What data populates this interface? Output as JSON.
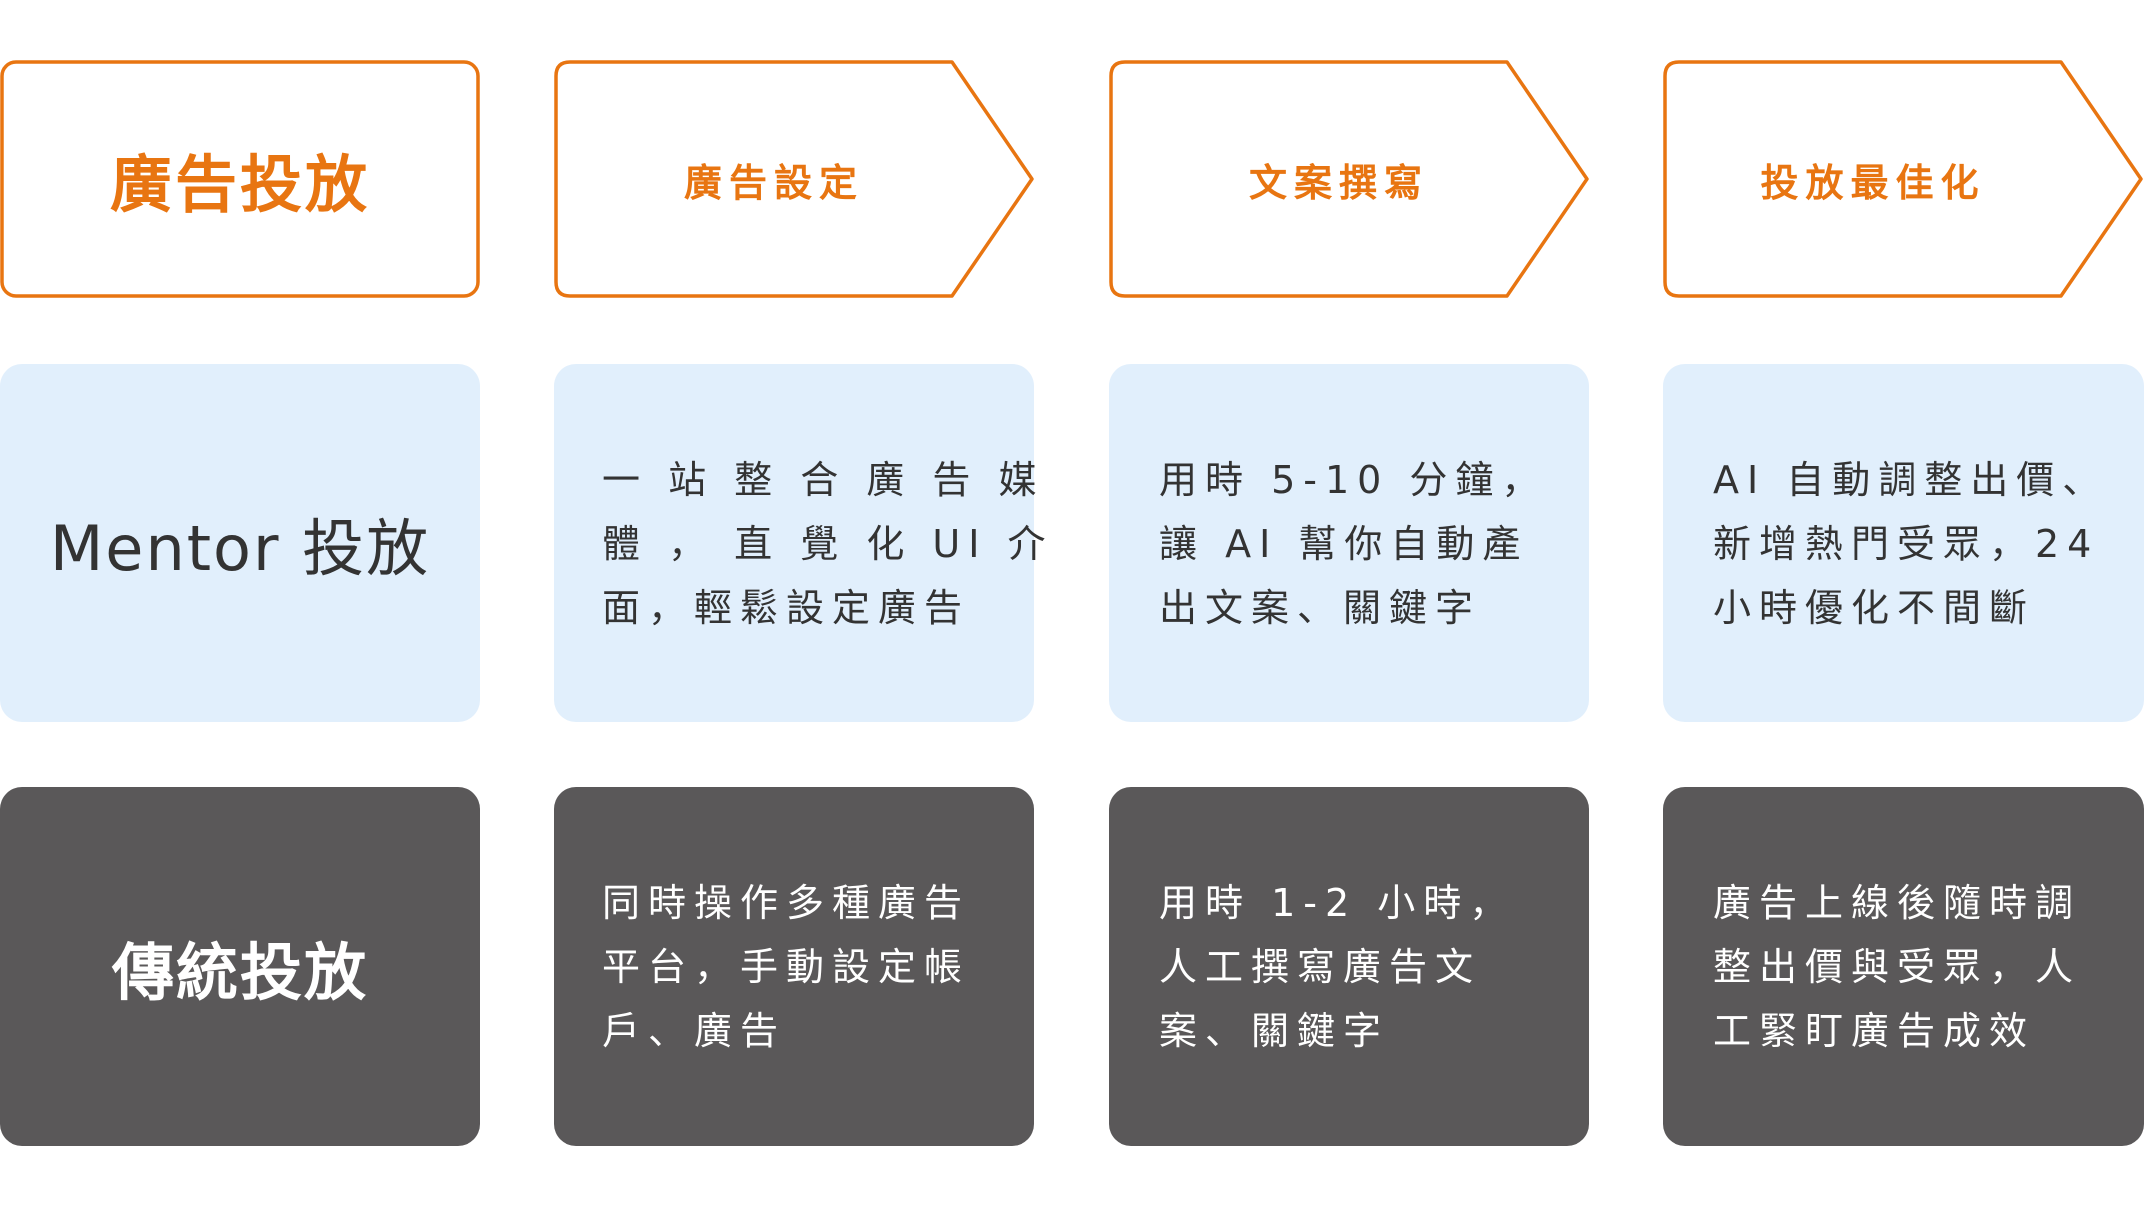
{
  "header": {
    "main_label": "廣告投放",
    "steps": [
      "廣告設定",
      "文案撰寫",
      "投放最佳化"
    ],
    "accent_color": "#E87511"
  },
  "mentor": {
    "label": "Mentor 投放",
    "background_color": "#E1EFFC",
    "cells": [
      [
        "一 站 整 合 廣 告 媒",
        "體 ， 直 覺 化  UI 介",
        "面，輕鬆設定廣告"
      ],
      [
        "用時 5-10 分鐘，",
        "讓 AI 幫你自動產",
        "出文案、關鍵字"
      ],
      [
        "AI 自動調整出價、",
        "新增熱門受眾，24",
        "小時優化不間斷"
      ]
    ]
  },
  "traditional": {
    "label": "傳統投放",
    "background_color": "#5A5859",
    "cells": [
      [
        "同時操作多種廣告",
        "平台，手動設定帳",
        "戶、廣告"
      ],
      [
        "用時 1-2 小時，",
        "人工撰寫廣告文",
        "案、關鍵字"
      ],
      [
        "廣告上線後隨時調",
        "整出價與受眾，人",
        "工緊盯廣告成效"
      ]
    ]
  }
}
